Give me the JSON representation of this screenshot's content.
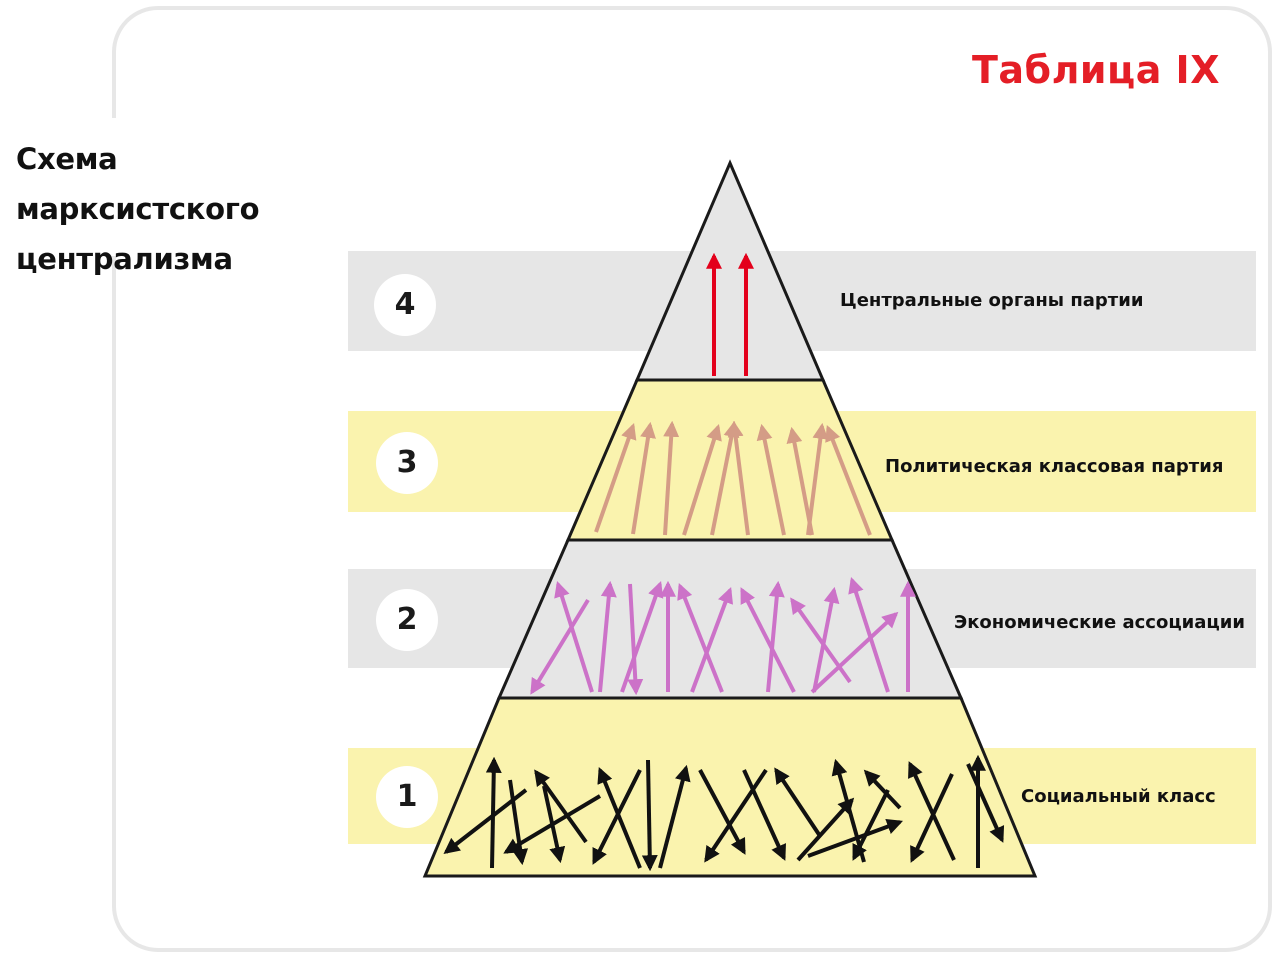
{
  "title": "Таблица IX",
  "heading": {
    "line1": "Схема марксистского",
    "line2": "централизма"
  },
  "levels": [
    {
      "number": "4",
      "label": "Центральные органы партии",
      "band_color": "#e6e6e6",
      "arrow_color": "#e3001b"
    },
    {
      "number": "3",
      "label": "Политическая классовая партия",
      "band_color": "#faf3ae",
      "arrow_color": "#d49c86"
    },
    {
      "number": "2",
      "label": "Экономические ассоциации",
      "band_color": "#e6e6e6",
      "arrow_color": "#cc72c8"
    },
    {
      "number": "1",
      "label": "Социальный класс",
      "band_color": "#faf3ae",
      "arrow_color": "#111111"
    }
  ],
  "colors": {
    "title": "#e41e26",
    "pyramid_gray": "#e6e6e6",
    "pyramid_yellow": "#faf3ae",
    "outline": "#1a1a1a"
  }
}
